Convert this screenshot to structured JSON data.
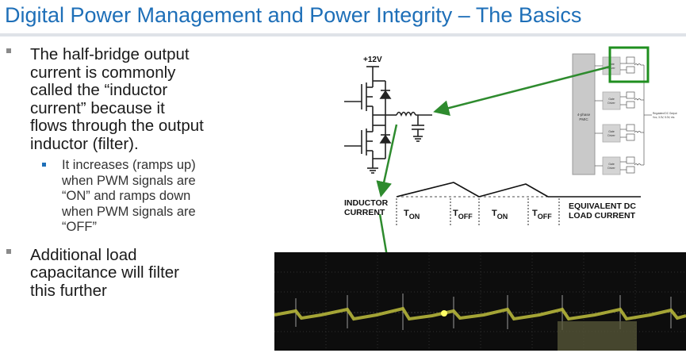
{
  "title": "Digital Power Management and Power Integrity – The Basics",
  "bullets": {
    "b1": [
      "The half-bridge output",
      "current is commonly",
      "called the “inductor",
      "current” because it",
      "flows through the output",
      "inductor (filter)."
    ],
    "b1_sub": [
      "It increases (ramps up)",
      "when PWM signals are",
      "“ON” and ramps down",
      "when PWM signals are",
      "“OFF”"
    ],
    "b2": [
      "Additional load",
      "capacitance will filter",
      "this further"
    ]
  },
  "schematic": {
    "supply": "+12V"
  },
  "block": {
    "pmic": [
      "4-phase",
      "PMIC"
    ],
    "gate_driver": [
      "Gate",
      "Driver"
    ],
    "output": [
      "Regulated DC Output",
      "Vcc, 3.3V, 5.0V, etc."
    ]
  },
  "waveform": {
    "inductor_current": [
      "INDUCTOR",
      "CURRENT"
    ],
    "ton": "T",
    "ton_sub": "ON",
    "toff": "T",
    "toff_sub": "OFF",
    "equivalent_dc": [
      "EQUIVALENT DC",
      "LOAD CURRENT"
    ]
  },
  "colors": {
    "title": "#1e6fb8",
    "arrow": "#2e8b2e",
    "highlight": "#1f8f1f",
    "scope_bg": "#0d0d0d",
    "trace": "#b5b53a"
  }
}
